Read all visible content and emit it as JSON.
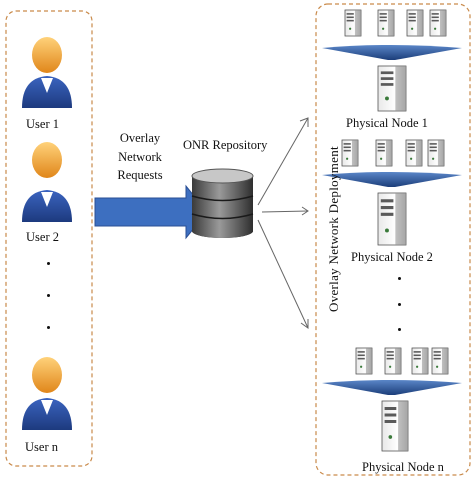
{
  "users": {
    "user1": "User 1",
    "user2": "User 2",
    "usern": "User n"
  },
  "requests_label": [
    "Overlay",
    "Network",
    "Requests"
  ],
  "repository_label": "ONR Repository",
  "deployment_label": "Overlay Network Deployment",
  "nodes": {
    "node1": "Physical Node  1",
    "node2": "Physical Node  2",
    "noden": "Physical Node  n"
  },
  "colors": {
    "user_head": "#f0a030",
    "user_body": "#2a4ea0",
    "arrow": "#3d6fc0",
    "container_border": "#c98a4a",
    "funnel": "#2f5597"
  }
}
